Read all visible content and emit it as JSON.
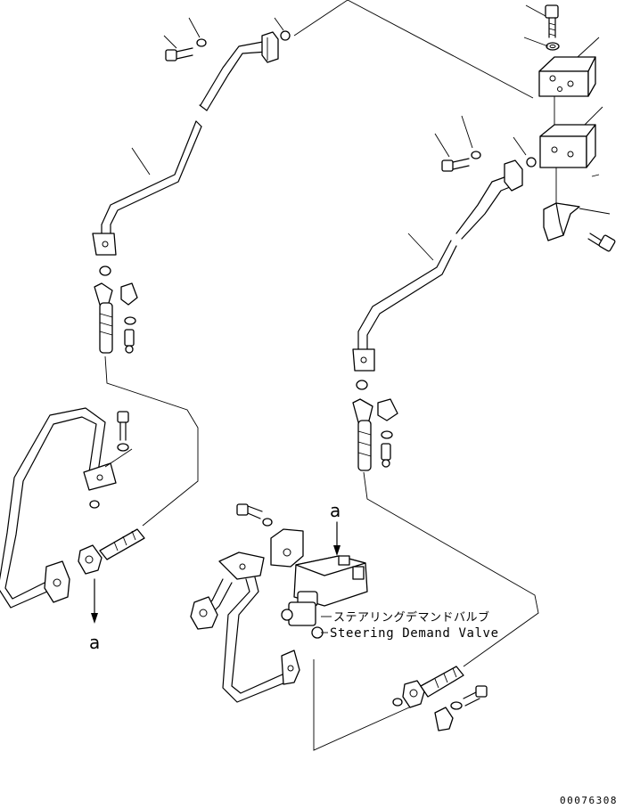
{
  "labels": {
    "ref_a_top": "a",
    "ref_a_left": "a",
    "valve_name_jp": "ステアリングデマンドバルブ",
    "valve_name_en": "Steering Demand Valve",
    "drawing_code": "00076308"
  }
}
